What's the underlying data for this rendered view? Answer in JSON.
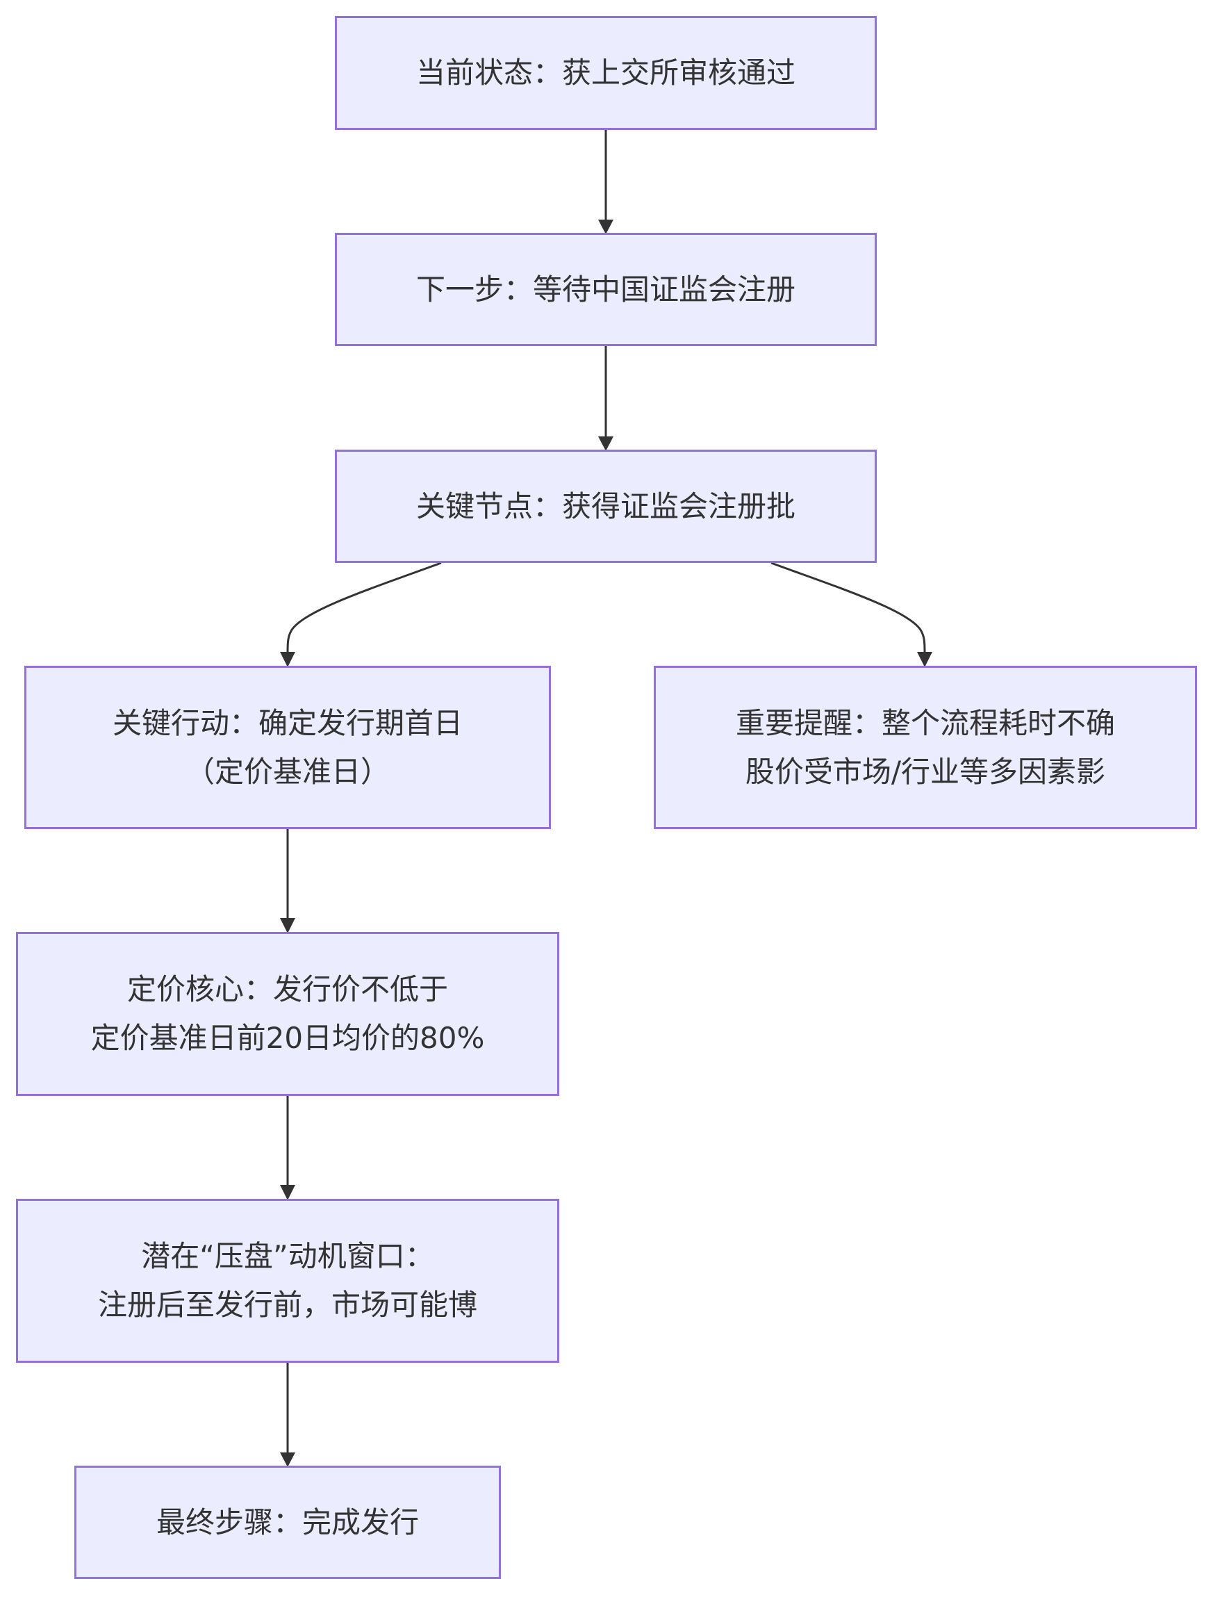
{
  "colors": {
    "node_fill": "#ECECFF",
    "node_border": "#9370DB",
    "edge": "#333333",
    "text": "#333333"
  },
  "nodes": {
    "status": {
      "lines": [
        "当前状态：获上交所审核通过"
      ]
    },
    "next_step": {
      "lines": [
        "下一步：等待中国证监会注册"
      ]
    },
    "key_node": {
      "lines": [
        "关键节点：获得证监会注册批"
      ]
    },
    "key_action": {
      "lines": [
        "关键行动：确定发行期首日",
        "（定价基准日）"
      ]
    },
    "reminder": {
      "lines": [
        "重要提醒：整个流程耗时不确",
        "股价受市场/行业等多因素影"
      ]
    },
    "pricing_core": {
      "lines": [
        "定价核心：发行价不低于",
        "定价基准日前20日均价的80%"
      ]
    },
    "window": {
      "lines": [
        "潜在“压盘”动机窗口：",
        "注册后至发行前，市场可能博"
      ]
    },
    "final_step": {
      "lines": [
        "最终步骤：完成发行"
      ]
    }
  },
  "edges": [
    {
      "from": "status",
      "to": "next_step"
    },
    {
      "from": "next_step",
      "to": "key_node"
    },
    {
      "from": "key_node",
      "to": "key_action"
    },
    {
      "from": "key_node",
      "to": "reminder"
    },
    {
      "from": "key_action",
      "to": "pricing_core"
    },
    {
      "from": "pricing_core",
      "to": "window"
    },
    {
      "from": "window",
      "to": "final_step"
    }
  ]
}
